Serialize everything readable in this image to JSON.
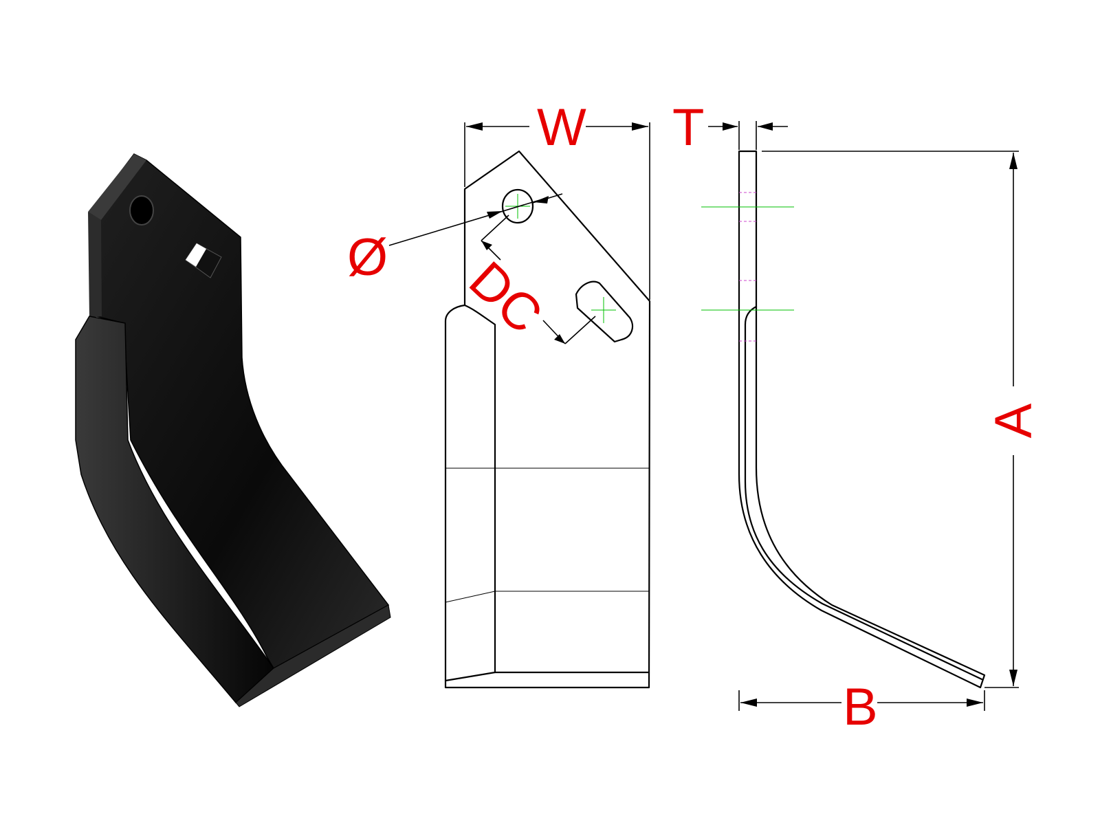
{
  "labels": {
    "width": "W",
    "thickness": "T",
    "hole_diameter": "Ø",
    "hole_distance": "DC",
    "height": "A",
    "reach": "B"
  },
  "colors": {
    "label": "#e60000",
    "line": "#000000",
    "centerline": "#00c000",
    "hidden": "#cc44cc",
    "blade": "#111111"
  },
  "icons": {
    "blade_render": "tiller-blade-3d",
    "front_view": "blade-front-view",
    "side_view": "blade-side-view"
  }
}
